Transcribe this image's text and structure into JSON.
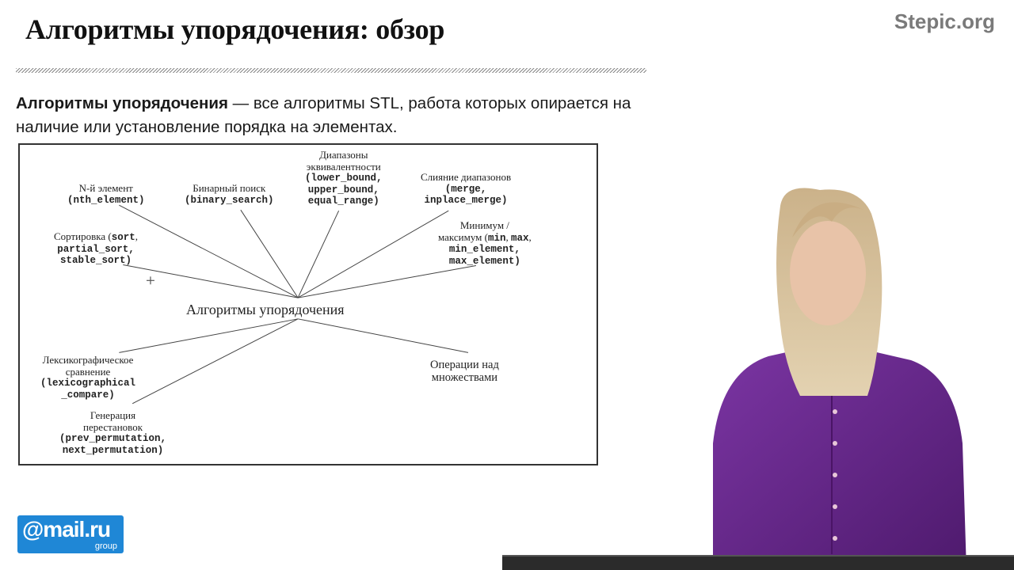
{
  "slide": {
    "title": "Алгоритмы упорядочения: обзор",
    "brand": "Stepic.org",
    "intro_bold": "Алгоритмы упорядочения",
    "intro_rest": " — все алгоритмы STL, работа которых опирается на наличие или установление порядка на элементах."
  },
  "diagram": {
    "center": "Алгоритмы упорядочения",
    "nodes": {
      "nth": {
        "l1": "N-й элемент",
        "l2": "(nth_element)"
      },
      "binary": {
        "l1": "Бинарный поиск",
        "l2": "(binary_search)"
      },
      "equal": {
        "l1": "Диапазоны",
        "l2": "эквивалентности",
        "l3": "(lower_bound,",
        "l4": "upper_bound,",
        "l5": "equal_range)"
      },
      "merge": {
        "l1": "Слияние диапазонов",
        "l2": "(merge,",
        "l3": "inplace_merge)"
      },
      "sort": {
        "l1a": "Сортировка (",
        "l1b": "sort",
        "l1c": ",",
        "l2": "partial_sort,",
        "l3": "stable_sort)"
      },
      "minmax": {
        "l1": "Минимум /",
        "l2a": "максимум (",
        "l2b": "min",
        "l2c": ", ",
        "l2d": "max",
        "l2e": ",",
        "l3": "min_element,",
        "l4": "max_element)"
      },
      "lex": {
        "l1": "Лексикографическое",
        "l2": "сравнение",
        "l3": "(lexicographical",
        "l4": "_compare)"
      },
      "perm": {
        "l1": "Генерация",
        "l2": "перестановок",
        "l3": "(prev_permutation,",
        "l4": "next_permutation)"
      },
      "sets": {
        "l1": "Операции над",
        "l2": "множествами"
      }
    }
  },
  "footer": {
    "logo_main": "@mail.ru",
    "logo_sub": "group"
  },
  "colors": {
    "logo_blue": "#1f87d6",
    "shirt": "#6a2a8e"
  }
}
